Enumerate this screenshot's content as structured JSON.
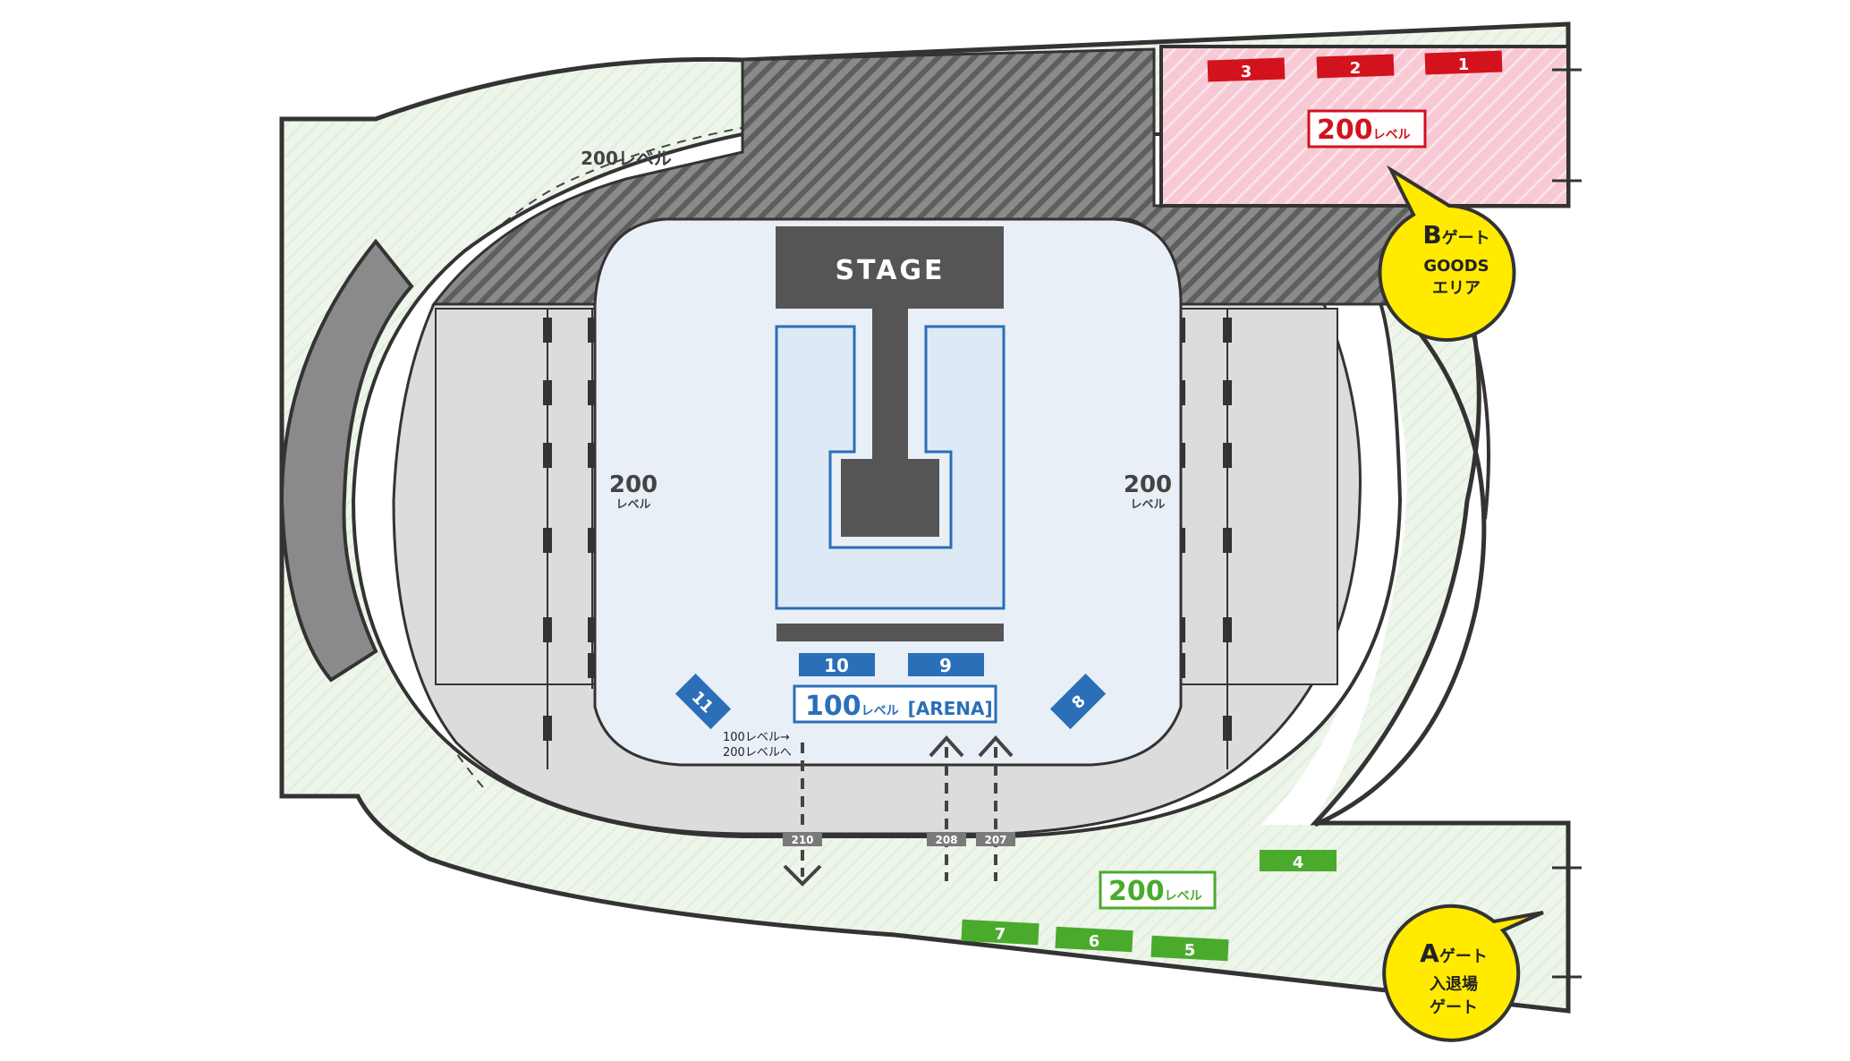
{
  "colors": {
    "concourse_fill": "#eef5ea",
    "concourse_stroke": "#333333",
    "stand_fill": "#dcdcdc",
    "hatch_dark": "#6e6e6e",
    "arena_fill": "#e8eff7",
    "stage": "#555555",
    "arena_blue": "#2a6fb8",
    "goods_red": "#d2131d",
    "goods_pink": "#f6c9d4",
    "goods_green": "#4aaa2c",
    "callout_yellow": "#ffea00",
    "aisle_dark": "#444444"
  },
  "stage": {
    "label": "STAGE"
  },
  "areas": {
    "arena_label_num": "100",
    "arena_label_level": "レベル",
    "arena_label_suffix": "[ARENA]",
    "stand_left_num": "200",
    "stand_left_level": "レベル",
    "stand_right_num": "200",
    "stand_right_level": "レベル",
    "concourse_label": "200レベル",
    "pink_zone_num": "200",
    "pink_zone_level": "レベル",
    "green_zone_num": "200",
    "green_zone_level": "レベル"
  },
  "blocks_arena": [
    "10",
    "9",
    "11",
    "8"
  ],
  "goods_red": [
    "3",
    "2",
    "1"
  ],
  "goods_green": [
    "4",
    "7",
    "6",
    "5"
  ],
  "gates": {
    "b_letter": "B",
    "b_line1": "ゲート",
    "b_line2": "GOODS",
    "b_line3": "エリア",
    "a_letter": "A",
    "a_line1": "ゲート",
    "a_line2": "入退場",
    "a_line3": "ゲート"
  },
  "entrances": [
    "210",
    "208",
    "207"
  ],
  "note": {
    "line1": "100レベル→",
    "line2": "200レベルへ"
  },
  "icons": {
    "exit_arrow": "arrow-down-icon",
    "enter_arrow": "arrow-up-icon"
  }
}
